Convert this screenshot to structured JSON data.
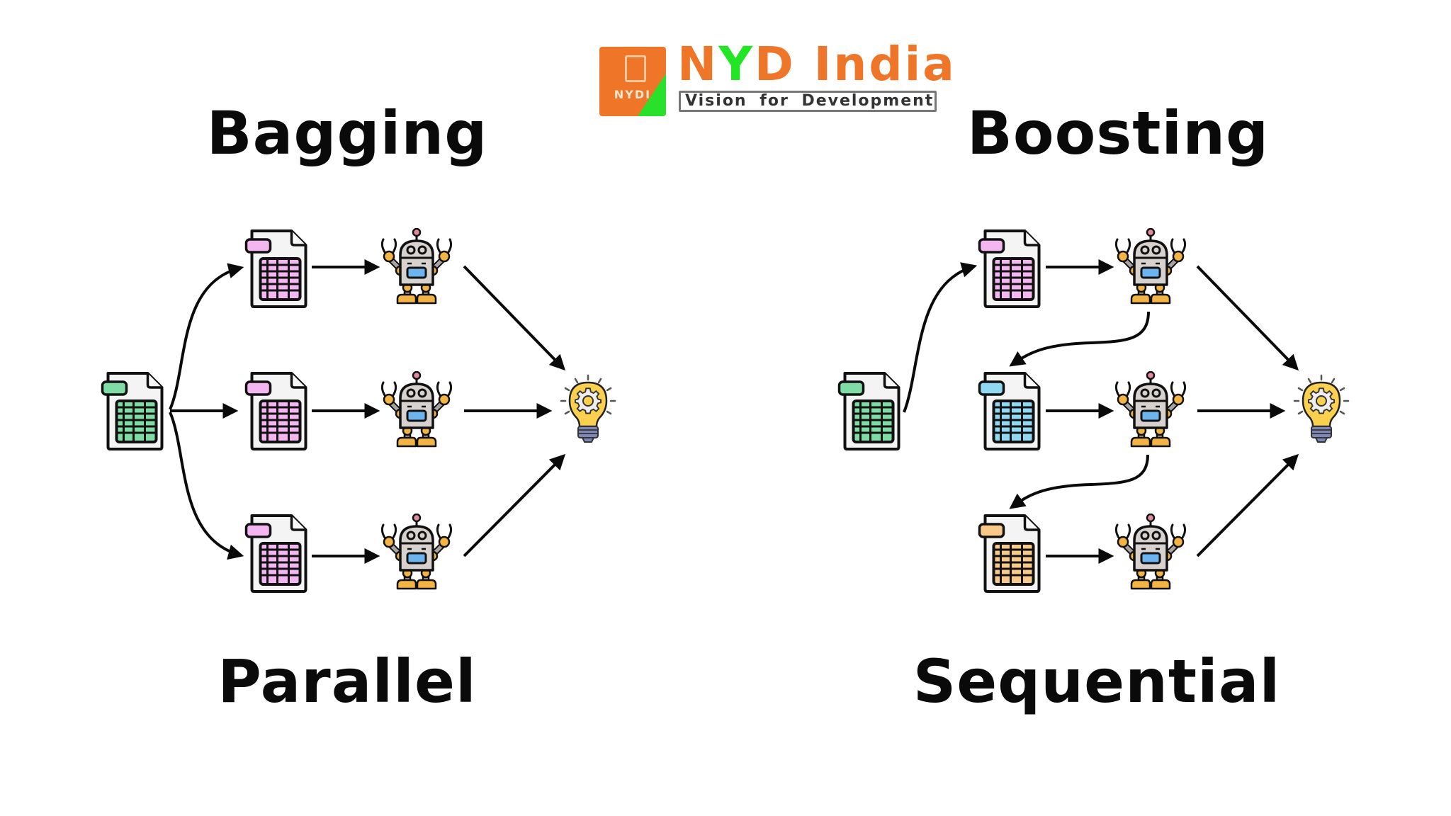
{
  "logo": {
    "badge_text": "NYDI",
    "name_part1": "N",
    "name_part2": "Y",
    "name_part3": "D India",
    "tagline": "Vision for Development",
    "colors": {
      "orange": "#ef7628",
      "green": "#22e623",
      "tag_border": "#777777"
    }
  },
  "bagging": {
    "title": "Bagging",
    "subtitle": "Parallel",
    "source_dataset": {
      "icon": "spreadsheet-icon",
      "color": "#7fdca5"
    },
    "subsets": [
      {
        "icon": "spreadsheet-icon",
        "color": "#f3b6f0"
      },
      {
        "icon": "spreadsheet-icon",
        "color": "#f3b6f0"
      },
      {
        "icon": "spreadsheet-icon",
        "color": "#f3b6f0"
      }
    ],
    "models": [
      {
        "icon": "robot-icon"
      },
      {
        "icon": "robot-icon"
      },
      {
        "icon": "robot-icon"
      }
    ],
    "output": {
      "icon": "lightbulb-gear-icon"
    }
  },
  "boosting": {
    "title": "Boosting",
    "subtitle": "Sequential",
    "source_dataset": {
      "icon": "spreadsheet-icon",
      "color": "#7fdca5"
    },
    "subsets": [
      {
        "icon": "spreadsheet-icon",
        "color": "#f3b6f0"
      },
      {
        "icon": "spreadsheet-icon",
        "color": "#8fd9f2"
      },
      {
        "icon": "spreadsheet-icon",
        "color": "#f9c98a"
      }
    ],
    "models": [
      {
        "icon": "robot-icon"
      },
      {
        "icon": "robot-icon"
      },
      {
        "icon": "robot-icon"
      }
    ],
    "output": {
      "icon": "lightbulb-gear-icon"
    }
  },
  "colors": {
    "arrow": "#0a0a0a",
    "robot_body": "#d8d2cf",
    "robot_joint": "#f4b443",
    "robot_mouth": "#6cb4ee",
    "robot_antenna": "#e58a9e",
    "bulb": "#fbd04f",
    "bulb_base": "#7d87b8",
    "doc_bg": "#f4f4f4"
  }
}
